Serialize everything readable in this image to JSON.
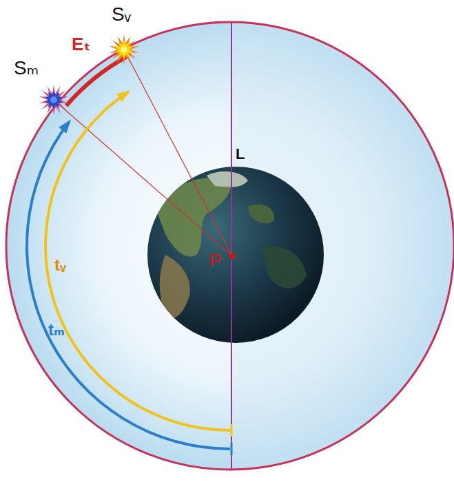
{
  "diagram": {
    "labels": [
      "Sᵥ",
      "Sₘ",
      "Eₜ",
      "L",
      "P",
      "tᵥ",
      "tₘ"
    ]
  }
}
